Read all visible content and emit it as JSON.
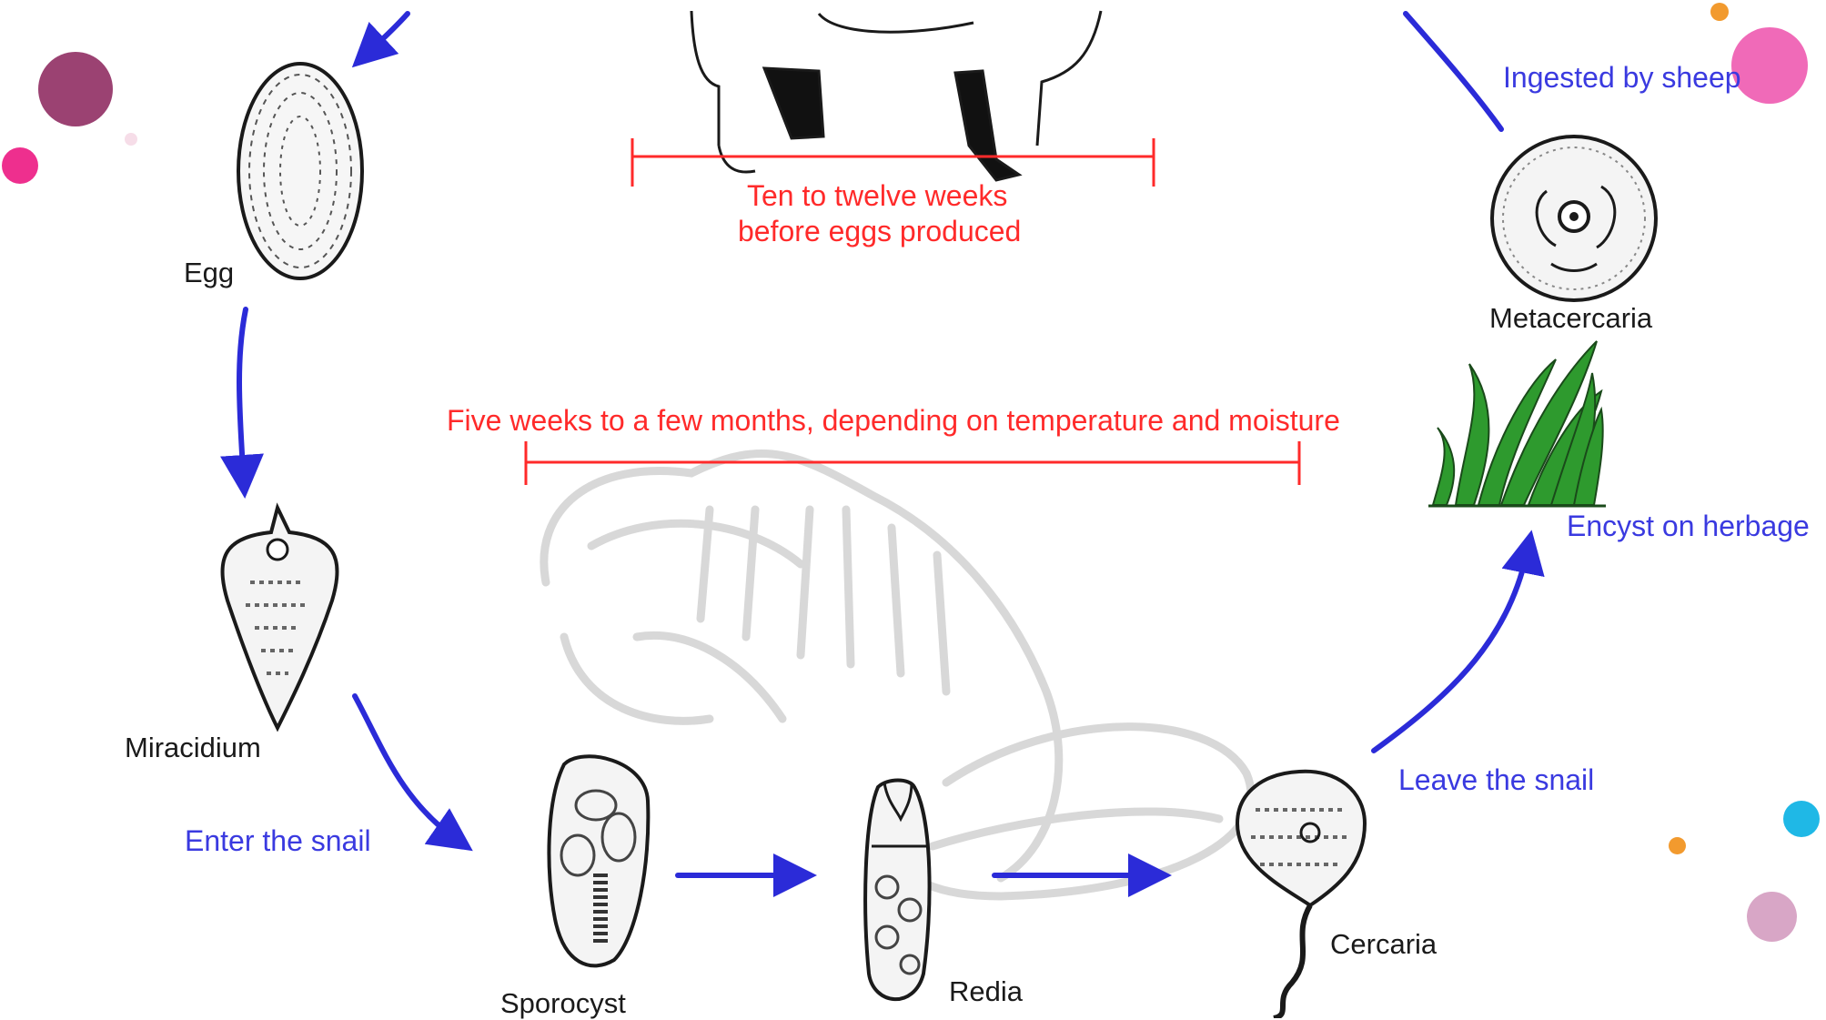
{
  "stages": {
    "egg": "Egg",
    "miracidium": "Miracidium",
    "sporocyst": "Sporocyst",
    "redia": "Redia",
    "cercaria": "Cercaria",
    "metacercaria": "Metacercaria"
  },
  "transitions": {
    "enter_snail": "Enter the snail",
    "leave_snail": "Leave the snail",
    "encyst": "Encyst on herbage",
    "ingested": "Ingested by sheep"
  },
  "durations": {
    "in_sheep_line1": "Ten to twelve weeks",
    "in_sheep_line2": "before eggs produced",
    "in_snail": "Five weeks to a few months, depending on temperature and moisture"
  },
  "colors": {
    "arrow": "#2b2bd8",
    "step_text": "#3a3ae0",
    "duration_text": "#ff2a2a",
    "drawing": "#1a1a1a",
    "snail_ghost": "#d8d8d8",
    "grass": "#2e9a2e",
    "dot_plum": "#9b4272",
    "dot_magenta": "#ee2f8e",
    "dot_pink": "#f06ab8",
    "dot_orange": "#f29a2e",
    "dot_cyan": "#1fb8e6",
    "dot_mauve": "#d8a6c6"
  }
}
